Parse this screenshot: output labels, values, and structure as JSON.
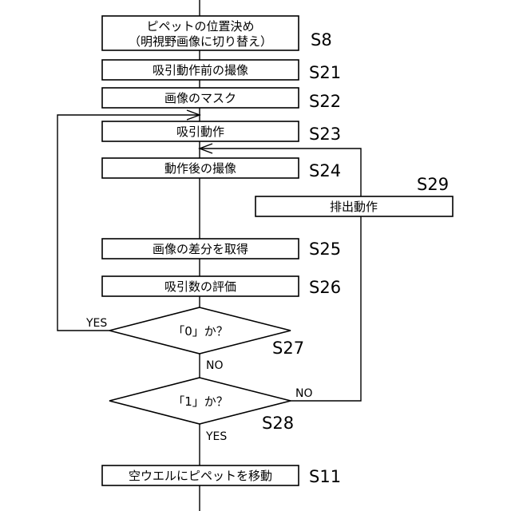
{
  "steps": {
    "s8": {
      "line1": "ピペットの位置決め",
      "line2": "（明視野画像に切り替え）",
      "code": "S8"
    },
    "s21": {
      "label": "吸引動作前の撮像",
      "code": "S21"
    },
    "s22": {
      "label": "画像のマスク",
      "code": "S22"
    },
    "s23": {
      "label": "吸引動作",
      "code": "S23"
    },
    "s24": {
      "label": "動作後の撮像",
      "code": "S24"
    },
    "s29": {
      "label": "排出動作",
      "code": "S29"
    },
    "s25": {
      "label": "画像の差分を取得",
      "code": "S25"
    },
    "s26": {
      "label": "吸引数の評価",
      "code": "S26"
    },
    "s27": {
      "label": "「0」か？",
      "code": "S27",
      "yes": "YES",
      "no": "NO"
    },
    "s28": {
      "label": "「1」か？",
      "code": "S28",
      "yes": "YES",
      "no": "NO"
    },
    "s11": {
      "label": "空ウエルにピペットを移動",
      "code": "S11"
    }
  }
}
